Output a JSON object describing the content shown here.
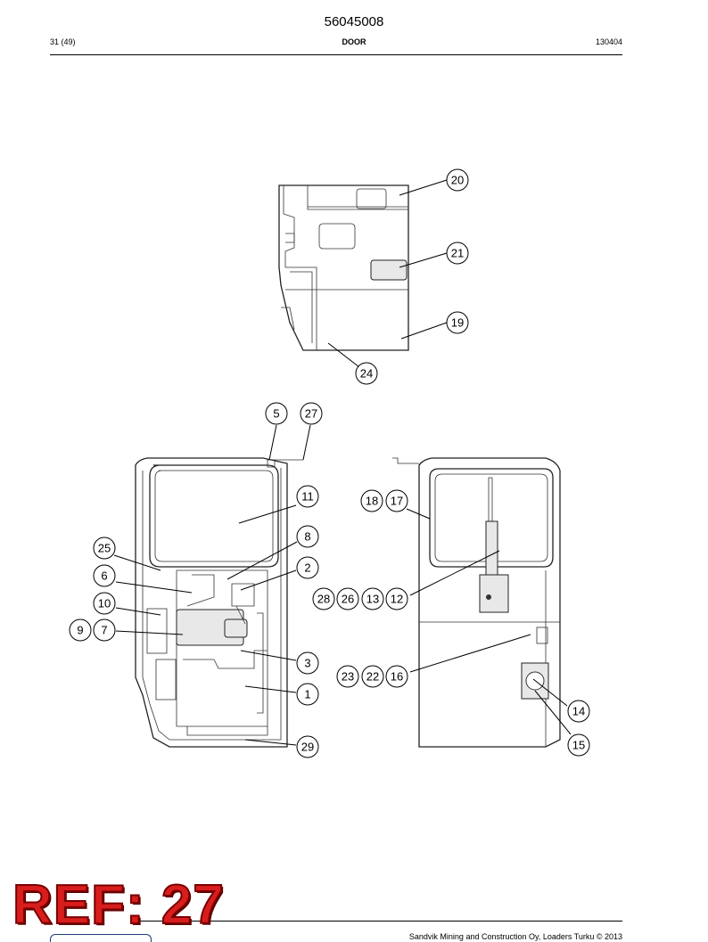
{
  "header": {
    "doc_number": "56045008",
    "page": "31 (49)",
    "title": "DOOR",
    "date_code": "130404"
  },
  "footer": {
    "company_text": "Sandvik Mining and Construction Oy, Loaders Turku © 2013"
  },
  "stamp": {
    "text": "REF: 27",
    "color": "#d81d1d"
  },
  "logo": {
    "name": "sandvik-logo-icon"
  },
  "callouts": {
    "c20": "20",
    "c21": "21",
    "c19": "19",
    "c24": "24",
    "c5": "5",
    "c27": "27",
    "c11": "11",
    "c8": "8",
    "c2": "2",
    "c25": "25",
    "c6": "6",
    "c10": "10",
    "c9": "9",
    "c7": "7",
    "c3": "3",
    "c1": "1",
    "c29": "29",
    "c18": "18",
    "c17": "17",
    "c28": "28",
    "c26": "26",
    "c13": "13",
    "c12": "12",
    "c23": "23",
    "c22": "22",
    "c16": "16",
    "c14": "14",
    "c15": "15"
  }
}
